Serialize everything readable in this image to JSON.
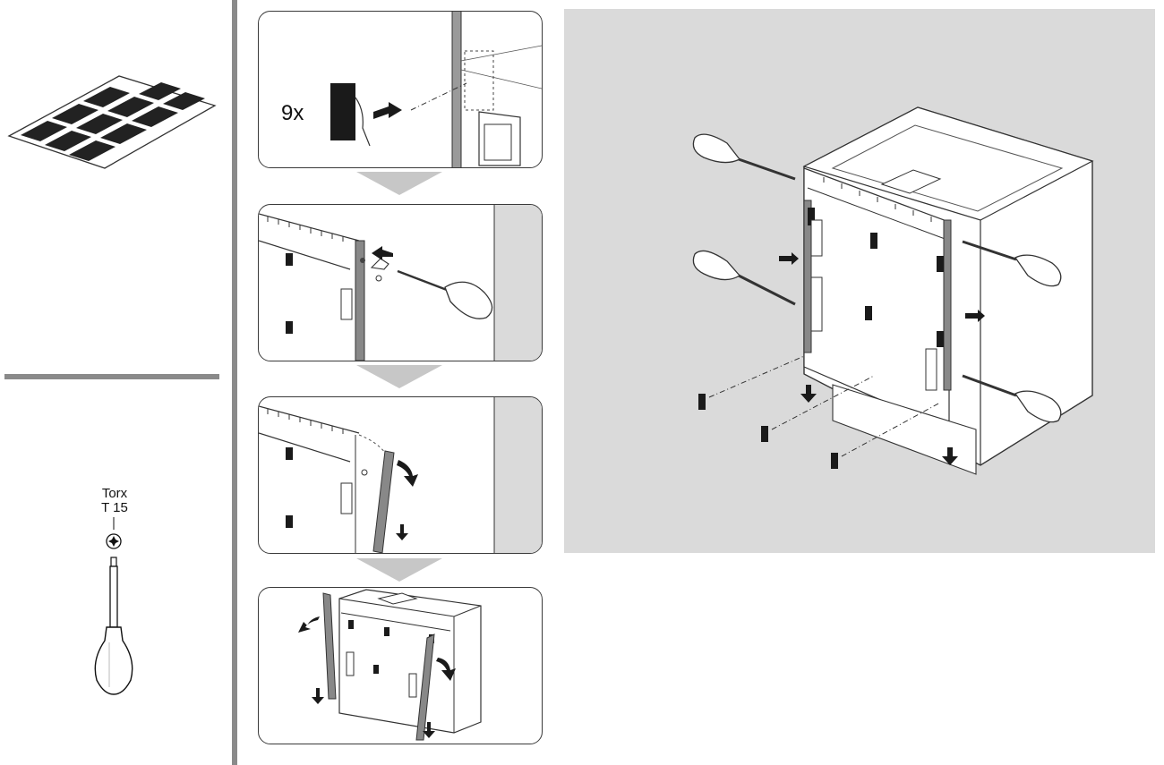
{
  "sidebar": {
    "tool_name": "Torx",
    "tool_size": "T 15",
    "pads_icon": "adhesive-pads-sheet-icon",
    "tool_icon": "torx-screwdriver-icon"
  },
  "steps": {
    "step1_quantity": "9x",
    "step1_icon": "adhesive-pad-icon",
    "step2_icon": "screwdriver-unscrew-icon",
    "step3_icon": "remove-side-strip-icon",
    "step4_icon": "remove-both-strips-icon",
    "next_icon": "step-down-arrow-icon"
  },
  "overview": {
    "icon": "dishwasher-assembly-overview-icon",
    "background_color": "#dadada"
  }
}
